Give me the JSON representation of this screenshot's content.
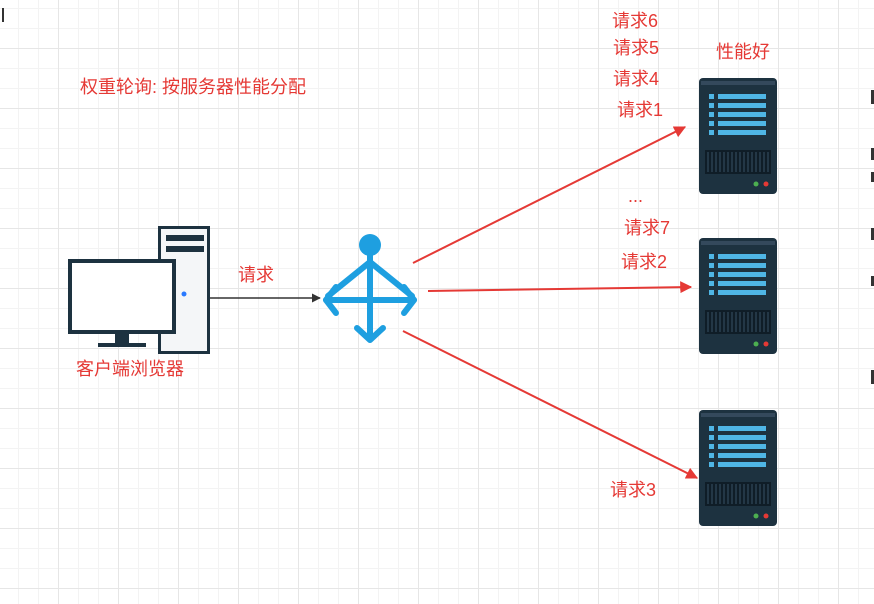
{
  "title": "权重轮询: 按服务器性能分配",
  "client": {
    "label": "客户端浏览器",
    "icon": "desktop-computer-icon"
  },
  "load_balancer": {
    "icon": "load-balancer-icon"
  },
  "servers": [
    {
      "icon": "server-icon",
      "note": "性能好",
      "requests": [
        "请求6",
        "请求5",
        "请求4",
        "请求1"
      ],
      "ellipsis": "..."
    },
    {
      "icon": "server-icon",
      "requests": [
        "请求7",
        "请求2"
      ]
    },
    {
      "icon": "server-icon",
      "requests": [
        "请求3"
      ]
    }
  ],
  "edges": {
    "client_to_lb": "请求"
  },
  "colors": {
    "accent": "#e53935",
    "balancer": "#1e9fe0",
    "server": "#1d3240",
    "arrow_dark": "#333333"
  }
}
